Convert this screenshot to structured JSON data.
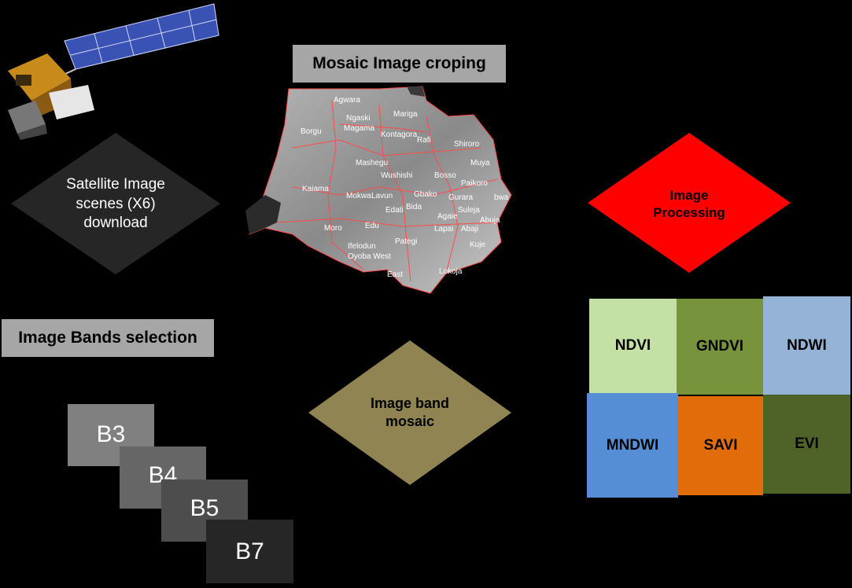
{
  "satellite": {
    "icon": "satellite-icon"
  },
  "map": {
    "icon": "map-icon",
    "title": "Mosaic Image croping",
    "towns": [
      "Agwara",
      "Borgu",
      "Ngaski",
      "Mariga",
      "Magama",
      "Kontagora",
      "Rafi",
      "Shiroro",
      "Mashegu",
      "Wushishi",
      "Bosso",
      "Muya",
      "Kaiama",
      "Mokwa",
      "Lavun",
      "Gbako",
      "Gurara",
      "Paikoro",
      "Bida",
      "Edati",
      "Suleja",
      "Agaie",
      "Abuja",
      "Lapai",
      "Abaji",
      "Moro",
      "Edu",
      "Pategi",
      "Kuje",
      "Ifelodun",
      "Oyoba West",
      "Lokoja",
      "East",
      "bwa"
    ]
  },
  "steps": {
    "download": "Satellite Image scenes (X6) download",
    "processing": "Image Processing",
    "bands_selection": "Image Bands selection",
    "band_mosaic": "Image band mosaic"
  },
  "bands": [
    "B3",
    "B4",
    "B5",
    "B7"
  ],
  "indices": [
    {
      "label": "NDVI",
      "color": "#c5e0a5"
    },
    {
      "label": "GNDVI",
      "color": "#77933c"
    },
    {
      "label": "NDWI",
      "color": "#95b3d7"
    },
    {
      "label": "MNDWI",
      "color": "#558ed5"
    },
    {
      "label": "SAVI",
      "color": "#e36c0a"
    },
    {
      "label": "EVI",
      "color": "#4f6228"
    }
  ],
  "colors": {
    "download_fill": "#262626",
    "processing_fill": "#ff0000",
    "mosaic_fill": "#8f8452",
    "label_bg": "#a6a6a6"
  }
}
